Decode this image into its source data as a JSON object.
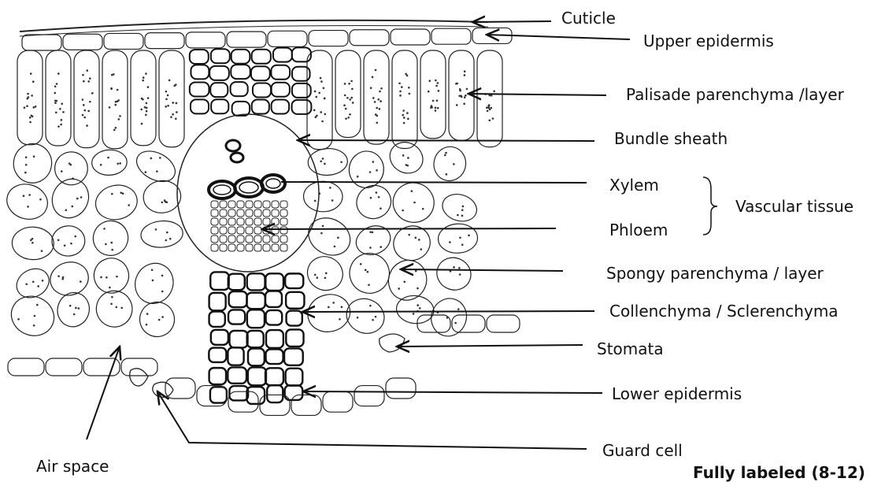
{
  "labels": {
    "cuticle": "Cuticle",
    "upper_epidermis": "Upper epidermis",
    "palisade": "Palisade parenchyma /layer",
    "bundle_sheath": "Bundle sheath",
    "xylem": "Xylem",
    "phloem": "Phloem",
    "vascular_tissue": "Vascular tissue",
    "spongy": "Spongy parenchyma / layer",
    "collenchyma": "Collenchyma / Sclerenchyma",
    "stomata": "Stomata",
    "lower_epidermis": "Lower epidermis",
    "guard_cell": "Guard cell",
    "air_space": "Air space"
  },
  "footer": "Fully labeled (8-12)",
  "colors": {
    "ink": "#111111",
    "paper": "#ffffff"
  }
}
